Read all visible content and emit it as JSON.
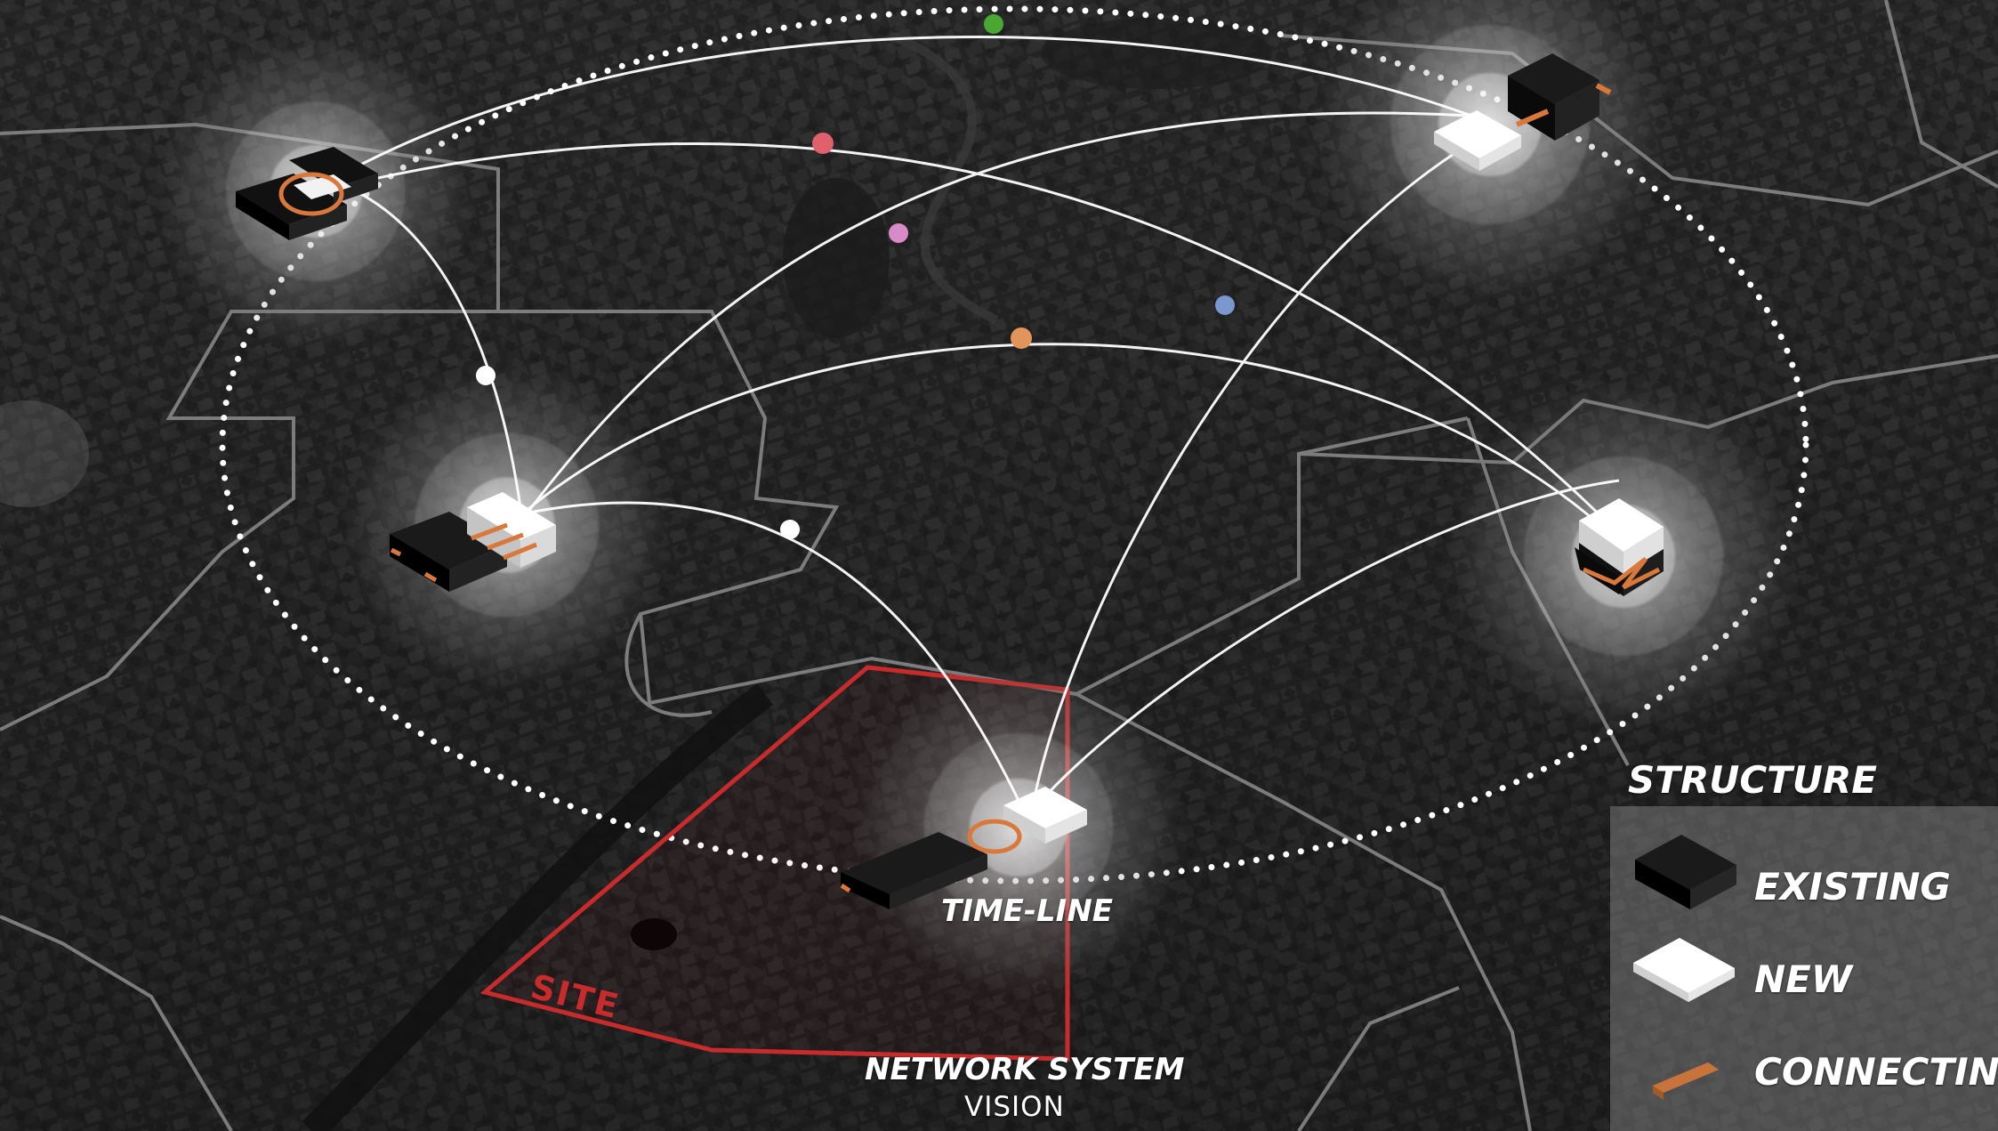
{
  "labels": {
    "timeline": "TIME-LINE",
    "site": "SITE",
    "title": "NETWORK SYSTEM",
    "subtitle": "VISION"
  },
  "legend": {
    "title": "STRUCTURE",
    "items": [
      {
        "label": "EXISTING",
        "icon": "black-block-icon",
        "color": "#1a1a1a"
      },
      {
        "label": "NEW",
        "icon": "white-block-icon",
        "color": "#ffffff"
      },
      {
        "label": "CONNECTING",
        "icon": "orange-connector-icon",
        "color": "#c8733a"
      }
    ]
  },
  "colors": {
    "map_background": "#262626",
    "site_outline": "#c72b2b",
    "connector": "#d9783a",
    "node_dots": [
      "#4aa832",
      "#e0606b",
      "#d98bc9",
      "#7a98cf",
      "#e1955a",
      "#ffffff"
    ]
  }
}
